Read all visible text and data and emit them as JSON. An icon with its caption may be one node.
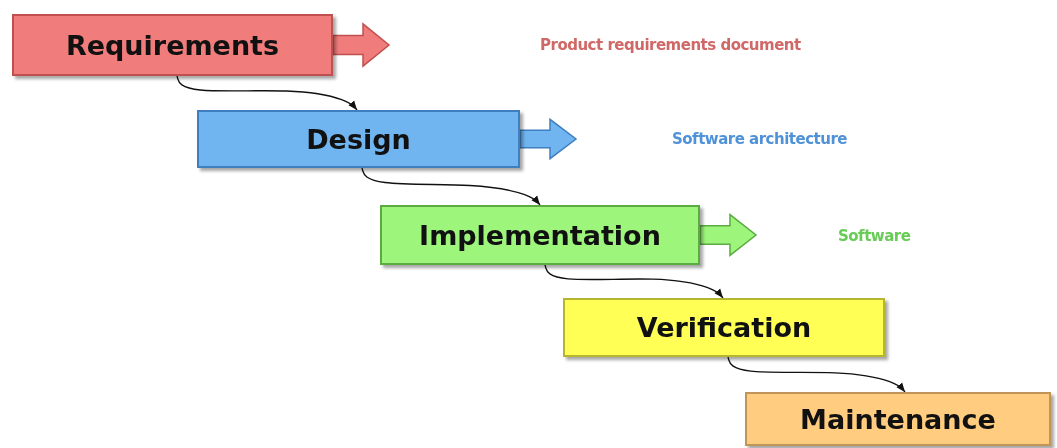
{
  "diagram": {
    "nodes": [
      {
        "text": [
          "Requirements"
        ]
      },
      {
        "text": [
          "Design"
        ]
      },
      {
        "text": [
          "Implementation"
        ]
      },
      {
        "text": [
          "Verification"
        ]
      },
      {
        "text": [
          "Maintenance"
        ]
      }
    ],
    "edges": [
      {
        "from": 0,
        "to": 1,
        "arrow": "to"
      },
      {
        "from": 1,
        "to": 2,
        "arrow": "to"
      },
      {
        "from": 2,
        "to": 3,
        "arrow": "to"
      },
      {
        "from": 3,
        "to": 4,
        "arrow": "to"
      }
    ],
    "labels": [
      "Product requirements document",
      "Software architecture",
      "Software"
    ]
  }
}
